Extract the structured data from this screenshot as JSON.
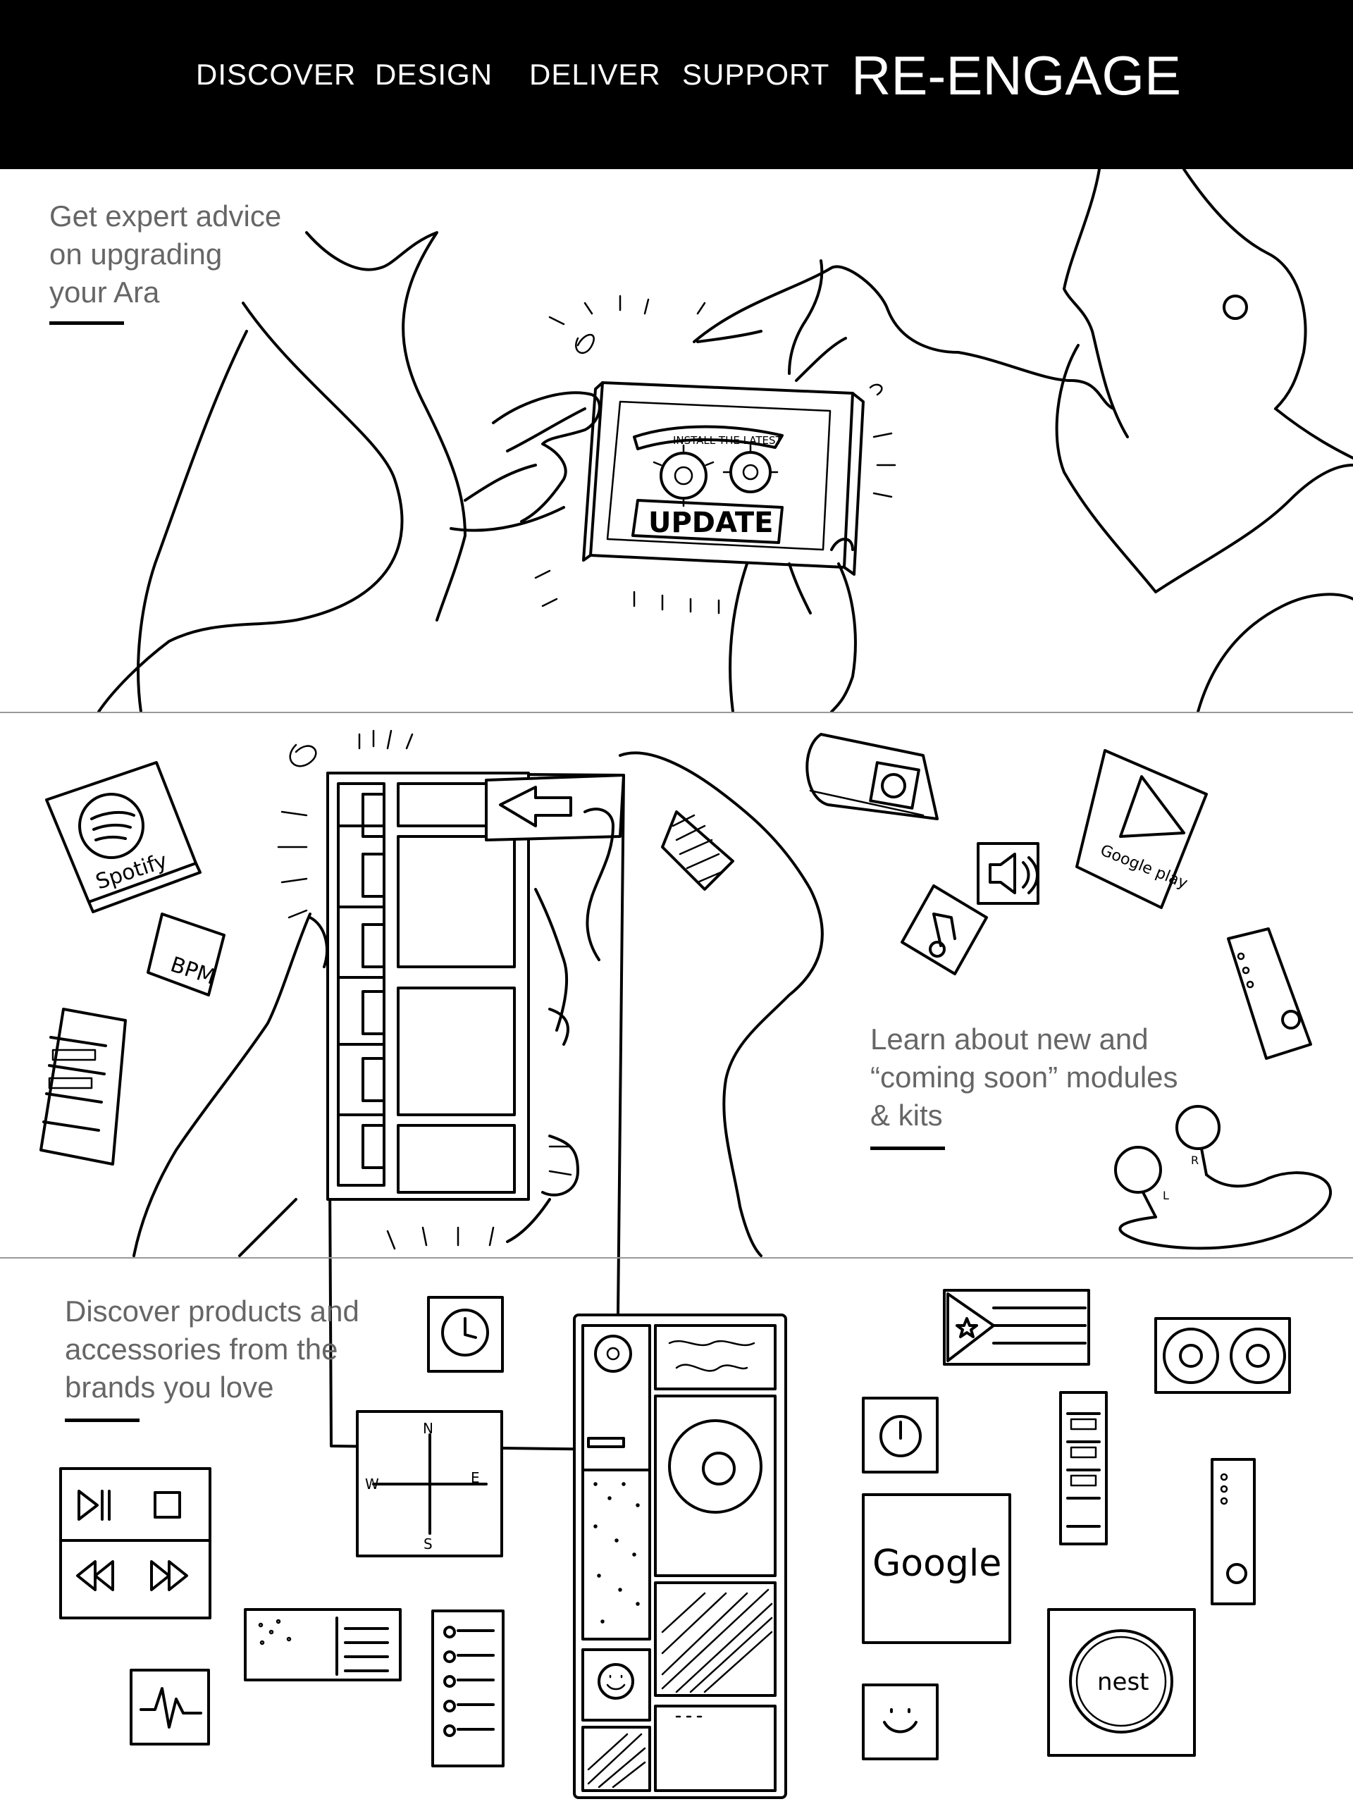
{
  "nav": {
    "items": [
      {
        "label": "DISCOVER"
      },
      {
        "label": "DESIGN"
      },
      {
        "label": "DELIVER"
      },
      {
        "label": "SUPPORT"
      },
      {
        "label": "RE-ENGAGE"
      }
    ],
    "active": "RE-ENGAGE"
  },
  "sections": [
    {
      "caption_lines": [
        "Get expert advice",
        "on upgrading",
        "your Ara"
      ]
    },
    {
      "caption_lines": [
        " Learn about new and",
        "“coming soon” modules",
        "& kits"
      ]
    },
    {
      "caption_lines": [
        "Discover products and",
        "accessories from the",
        "brands you love"
      ]
    }
  ],
  "illustration_text": {
    "banner": "INSTALL THE LATEST",
    "update": "UPDATE",
    "spotify": "Spotify",
    "bpm": "BPM",
    "google_play": "Google play",
    "google": "Google",
    "nest": "nest",
    "compass_n": "N",
    "compass_s": "S",
    "compass_e": "E",
    "compass_w": "W",
    "earbud_l": "L",
    "earbud_r": "R"
  }
}
